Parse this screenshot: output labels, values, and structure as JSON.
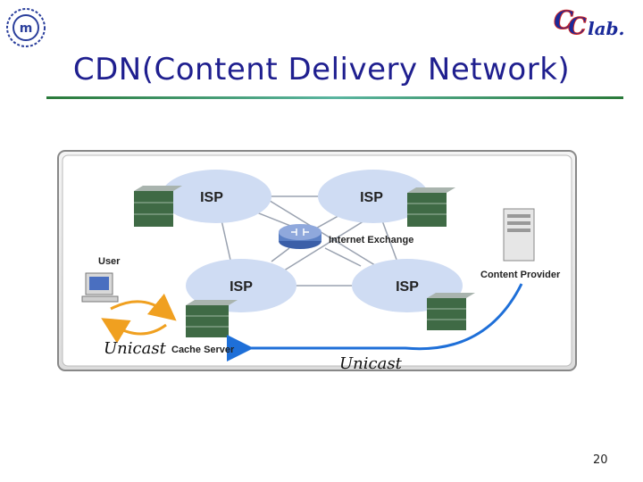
{
  "slide": {
    "title": "CDN(Content Delivery Network)",
    "page_number": "20"
  },
  "logos": {
    "left": "university-seal-logo",
    "right_text": "lab."
  },
  "diagram": {
    "isp_label": "ISP",
    "internet_exchange": "Internet Exchange",
    "user": "User",
    "content_provider": "Content Provider",
    "cache_server": "Cache Server",
    "unicast_left": "Unicast",
    "unicast_right": "Unicast"
  },
  "colors": {
    "title": "#1f1f8f",
    "isp_cloud": "#cfdcf3",
    "arrow": "#1e6fd8",
    "loop_arrow": "#f0a020",
    "server": "#3f6a45"
  }
}
